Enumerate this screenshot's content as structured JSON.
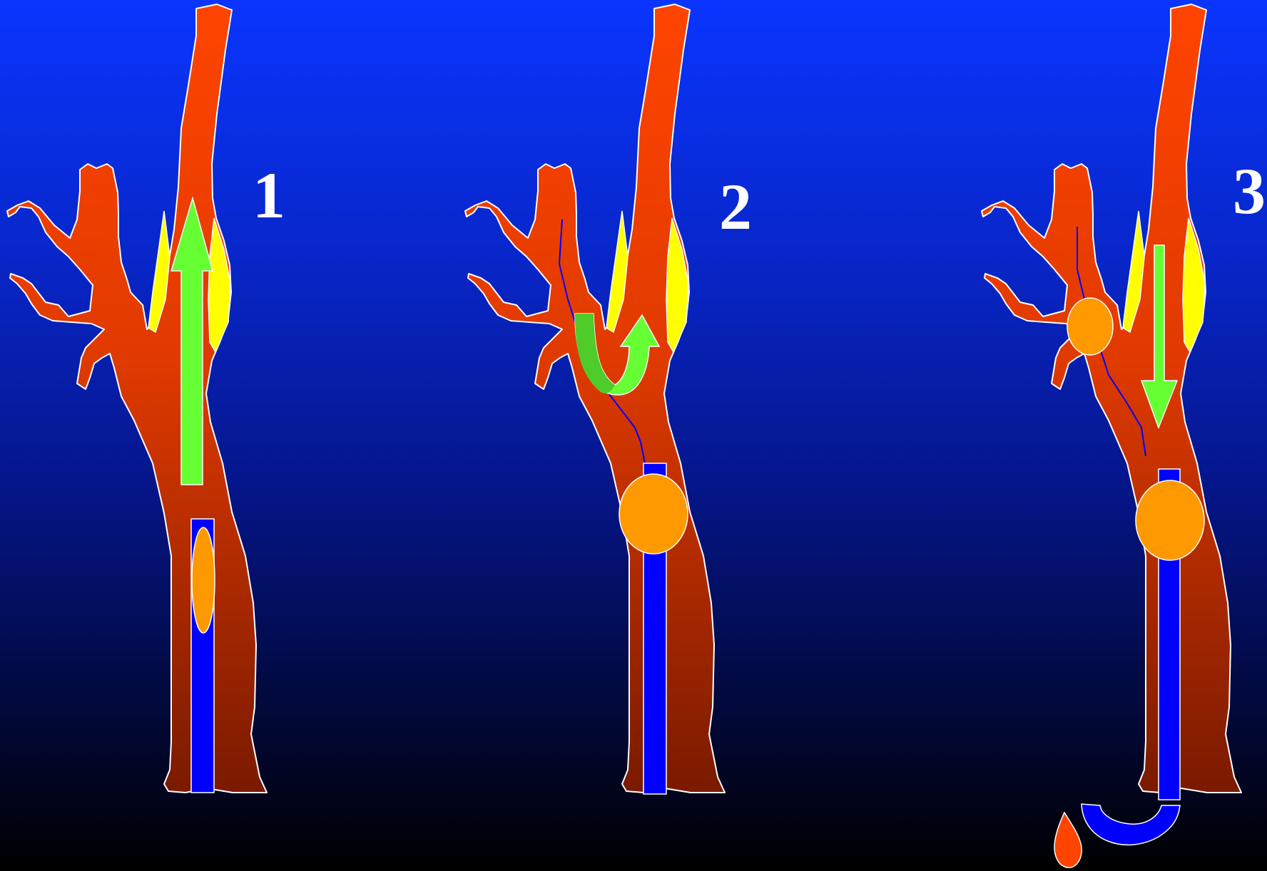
{
  "panels": [
    {
      "id": "panel-1",
      "step_label": "1"
    },
    {
      "id": "panel-2",
      "step_label": "2"
    },
    {
      "id": "panel-3",
      "step_label": "3"
    }
  ],
  "colors": {
    "background_top": "#0a35ff",
    "background_bottom": "#000000",
    "artery_top": "#ff4400",
    "artery_bottom": "#7a1a00",
    "plaque": "#ffff00",
    "flow_arrow": "#66ff33",
    "flow_arrow_dark": "#4fcc2a",
    "catheter": "#0000ff",
    "balloon": "#ff9900",
    "outline": "#ffffff"
  }
}
